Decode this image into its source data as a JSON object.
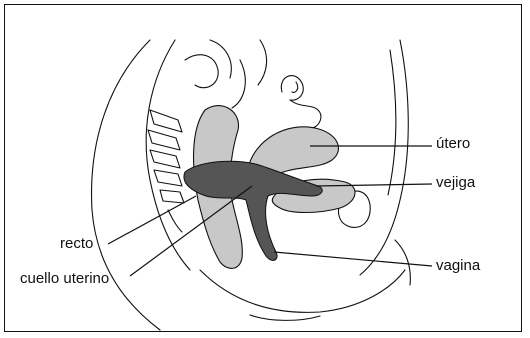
{
  "labels": {
    "utero": "útero",
    "vejiga": "vejiga",
    "recto": "recto",
    "cuello_uterino": "cuello uterino",
    "vagina": "vagina"
  },
  "colors": {
    "outline": "#111111",
    "organ_fill": "#c8c8c8",
    "highlight_fill": "#555555",
    "background": "#ffffff"
  }
}
